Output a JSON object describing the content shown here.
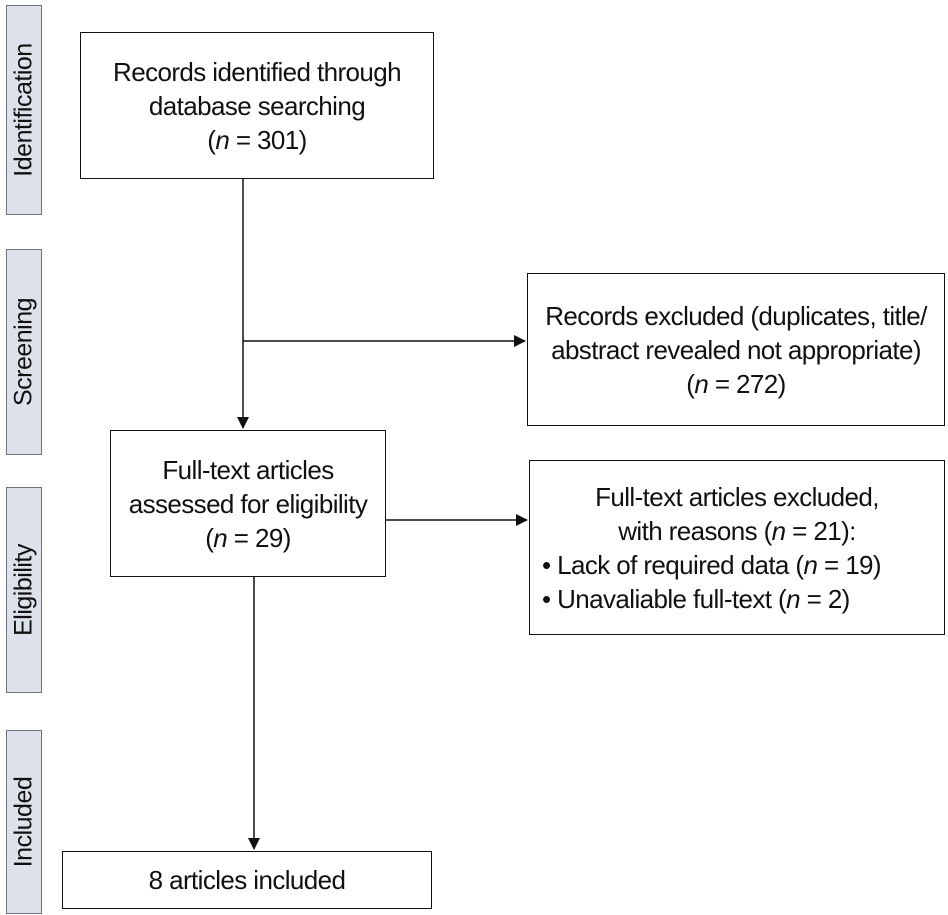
{
  "stages": [
    {
      "id": "identification",
      "label": "Identification"
    },
    {
      "id": "screening",
      "label": "Screening"
    },
    {
      "id": "eligibility",
      "label": "Eligibility"
    },
    {
      "id": "included",
      "label": "Included"
    }
  ],
  "boxes": {
    "identified": {
      "lines": [
        "Records identified through",
        "database searching"
      ],
      "n_var": "n",
      "n_text": " = 301"
    },
    "excluded_records": {
      "lines": [
        "Records excluded (duplicates, title/",
        "abstract revealed not appropriate)"
      ],
      "n_var": "n",
      "n_text": " = 272"
    },
    "full_text_assessed": {
      "lines": [
        "Full-text articles",
        "assessed for eligibility"
      ],
      "n_var": "n",
      "n_text": " = 29"
    },
    "full_text_excluded": {
      "lines": [
        "Full-text articles excluded,"
      ],
      "reasons_prefix": "with reasons (",
      "reasons_var": "n",
      "reasons_suffix": " = 21):",
      "bullets": [
        {
          "prefix": "• Lack of required data (",
          "var": "n",
          "suffix": " = 19)"
        },
        {
          "prefix": "• Unavaliable full-text (",
          "var": "n",
          "suffix": " = 2)"
        }
      ]
    },
    "included": {
      "label": "8 articles included"
    }
  },
  "colors": {
    "stage_fill": "#dde1ea",
    "stage_border": "#6f7585",
    "line": "#111111"
  }
}
